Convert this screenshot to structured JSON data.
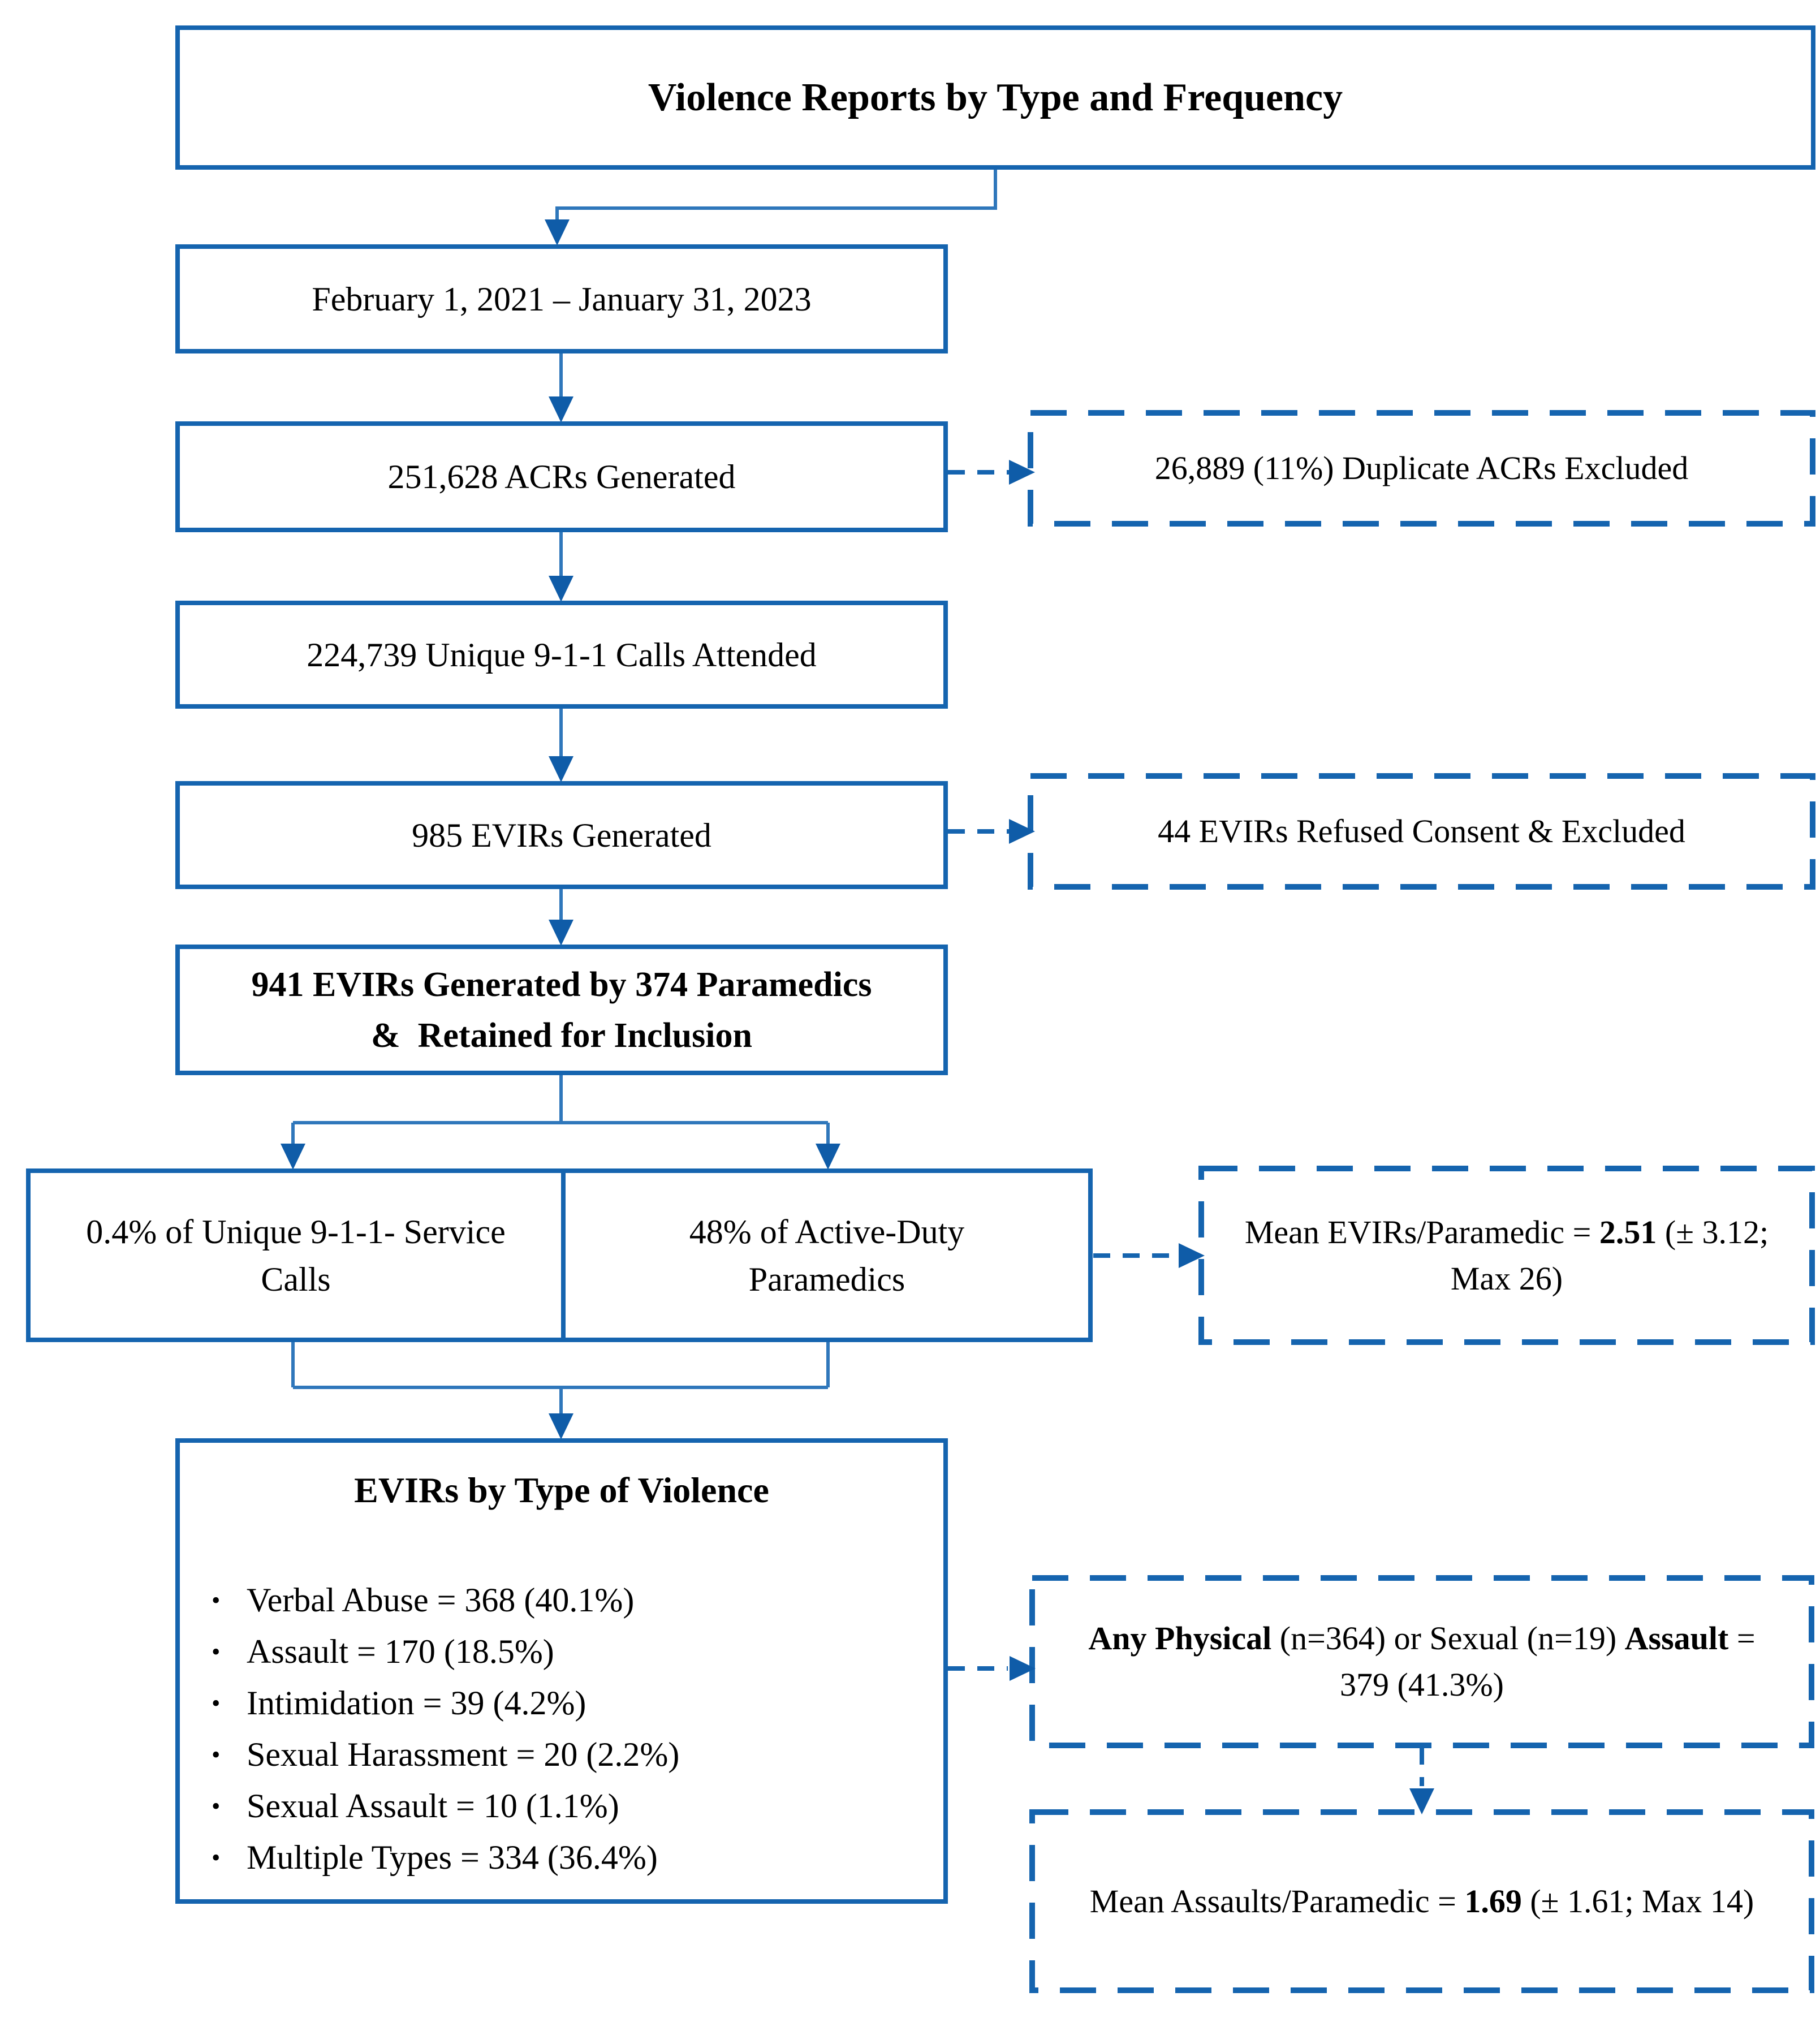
{
  "diagram": {
    "title": "Violence Reports by Type and Frequency",
    "flow": {
      "date_range": "February 1, 2021 – January 31, 2023",
      "acrs_generated": "251,628 ACRs Generated",
      "unique_calls": "224,739 Unique 9-1-1 Calls Attended",
      "evirs_generated": "985 EVIRs Generated",
      "evirs_retained_line1": "941 EVIRs Generated by 374 Paramedics",
      "evirs_retained_line2": "&  Retained for Inclusion",
      "pct_calls_line1": "0.4% of Unique 9-1-1- Service",
      "pct_calls_line2": "Calls",
      "pct_paramedics_line1": "48% of Active-Duty",
      "pct_paramedics_line2": "Paramedics"
    },
    "exclusions": {
      "duplicates": "26,889 (11%) Duplicate ACRs Excluded",
      "refused": "44 EVIRs Refused Consent & Excluded"
    },
    "stats": {
      "mean_evirs": {
        "t1": "Mean EVIRs/Paramedic = ",
        "b1": "2.51",
        "t2": " (± 3.12;",
        "line2": "Max 26)"
      },
      "any_assault": {
        "b1": "Any Physical",
        "t1": " (n=364) or Sexual (n=19) ",
        "b2": "Assault",
        "t2": " =",
        "line2": "379 (41.3%)"
      },
      "mean_assaults": {
        "t1": "Mean Assaults/Paramedic = ",
        "b1": "1.69",
        "t2": " (± 1.61; Max 14)"
      }
    },
    "evirs_by_type": {
      "heading": "EVIRs by Type of Violence",
      "bullet_glyph": "•",
      "items": [
        "Verbal Abuse = 368 (40.1%)",
        "Assault = 170 (18.5%)",
        "Intimidation = 39 (4.2%)",
        "Sexual Harassment = 20 (2.2%)",
        "Sexual Assault = 10 (1.1%)",
        "Multiple Types = 334 (36.4%)"
      ]
    },
    "colors": {
      "box_border": "#1564af",
      "connector_line": "#2f77bb",
      "arrowhead": "#0f5ca8",
      "text": "#000000",
      "background": "#ffffff"
    }
  }
}
